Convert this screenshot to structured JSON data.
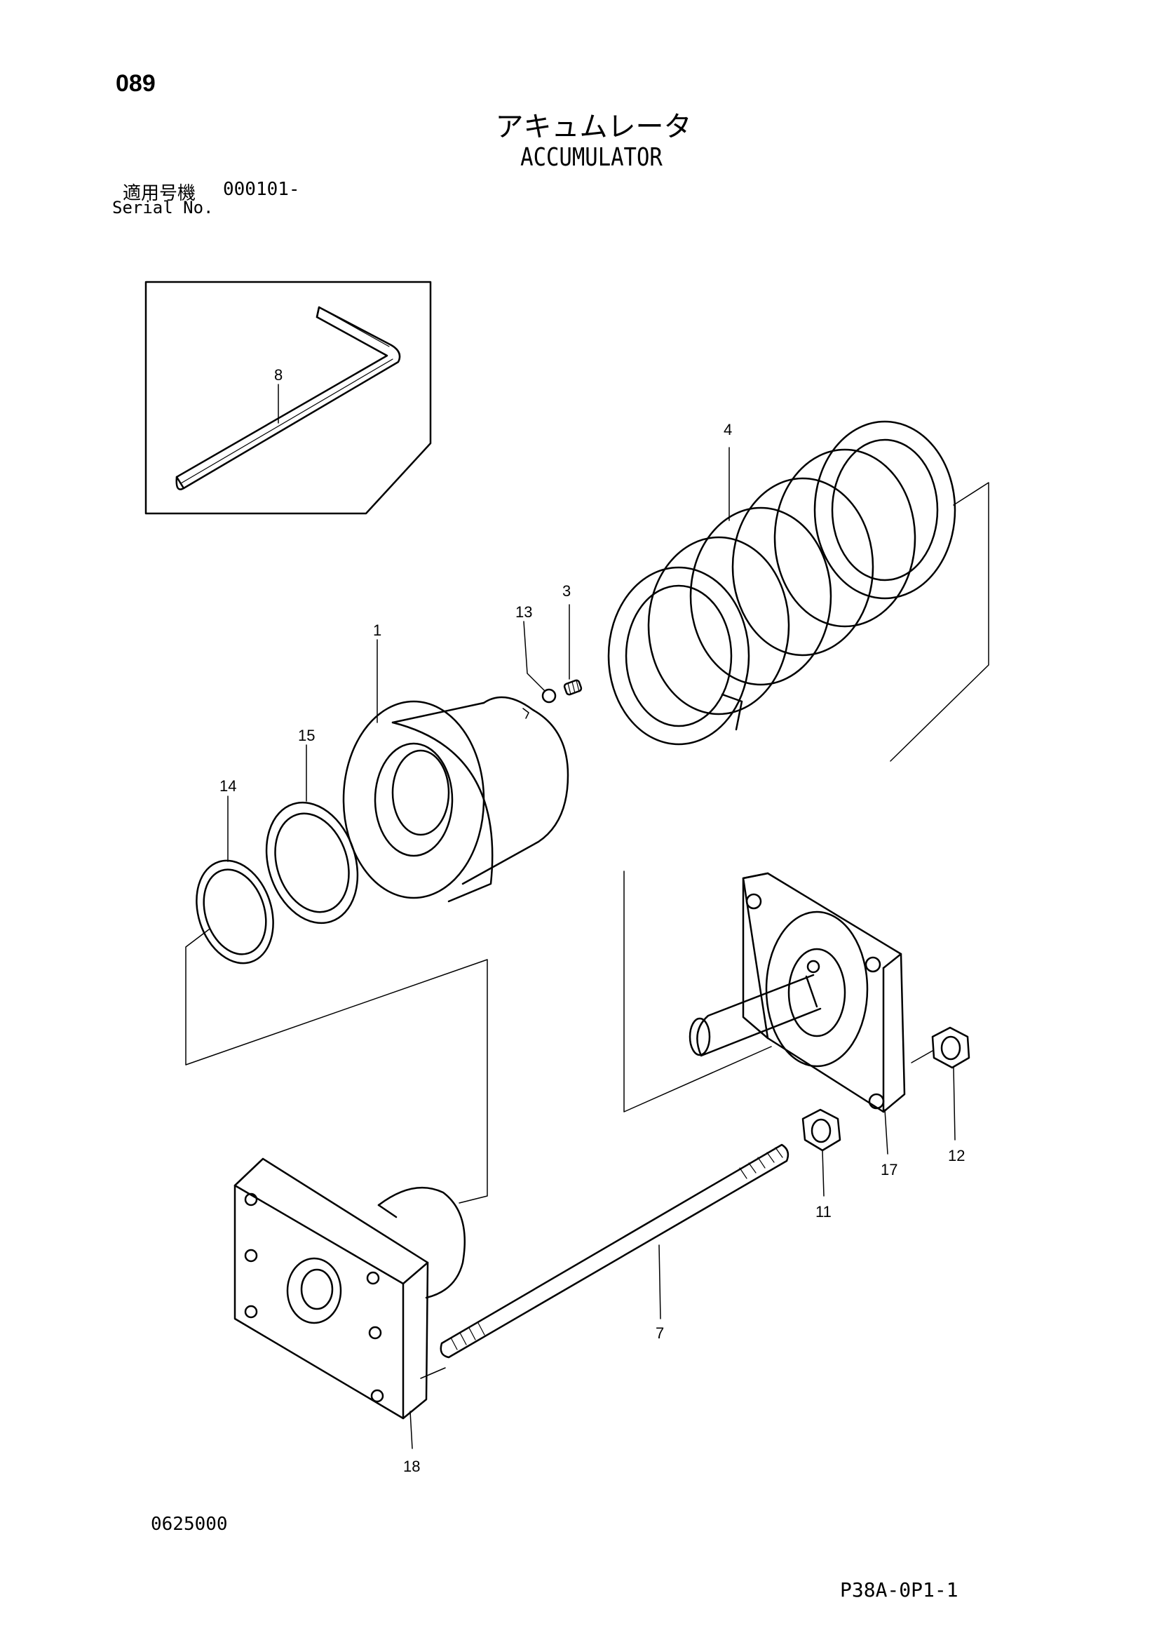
{
  "page": {
    "number": "089",
    "title_jp": "アキュムレータ",
    "title_en": "ACCUMULATOR",
    "serial_label_jp": "適用号機",
    "serial_range": "000101-",
    "serial_label_en": "Serial No.",
    "drawing_code": "0625000",
    "sheet_code": "P38A-0P1-1"
  },
  "callouts": {
    "c8": "8",
    "c4": "4",
    "c3": "3",
    "c13": "13",
    "c1": "1",
    "c15": "15",
    "c14": "14",
    "c12": "12",
    "c17": "17",
    "c11": "11",
    "c7": "7",
    "c18": "18"
  }
}
